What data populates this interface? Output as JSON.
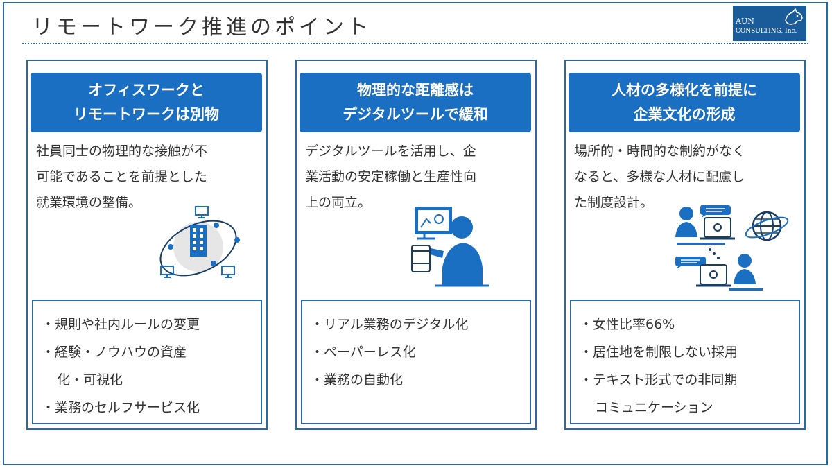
{
  "page": {
    "title": "リモートワーク推進のポイント",
    "logo": {
      "line1": "AUN",
      "line2": "CONSULTING, Inc."
    }
  },
  "colors": {
    "accent": "#1a6fc2",
    "border": "#2d6a9a",
    "icon": "#1a6fc2"
  },
  "cards": [
    {
      "header": [
        "オフィスワークと",
        "リモートワークは別物"
      ],
      "desc": [
        "社員同士の物理的な接触が不",
        "可能であることを前提とした",
        "就業環境の整備。"
      ],
      "icon": "office-network-icon",
      "items": [
        {
          "text": "・規則や社内ルールの変更"
        },
        {
          "text": "・経験・ノウハウの資産"
        },
        {
          "text": "化・可視化",
          "cont": true
        },
        {
          "text": "・業務のセルフサービス化"
        }
      ]
    },
    {
      "header": [
        "物理的な距離感は",
        "デジタルツールで緩和"
      ],
      "desc": [
        "デジタルツールを活用し、企",
        "業活動の安定稼働と生産性向",
        "上の両立。"
      ],
      "icon": "remote-worker-icon",
      "items": [
        {
          "text": "・リアル業務のデジタル化"
        },
        {
          "text": "・ペーパーレス化"
        },
        {
          "text": "・業務の自動化"
        }
      ]
    },
    {
      "header": [
        "人材の多様化を前提に",
        "企業文化の形成"
      ],
      "desc": [
        "場所的・時間的な制約がなく",
        "なると、多様な人材に配慮し",
        "た制度設計。"
      ],
      "icon": "global-communication-icon",
      "items": [
        {
          "text": "・女性比率66%"
        },
        {
          "text": "・居住地を制限しない採用"
        },
        {
          "text": "・テキスト形式での非同期"
        },
        {
          "text": "コミュニケーション",
          "cont": true
        }
      ]
    }
  ]
}
